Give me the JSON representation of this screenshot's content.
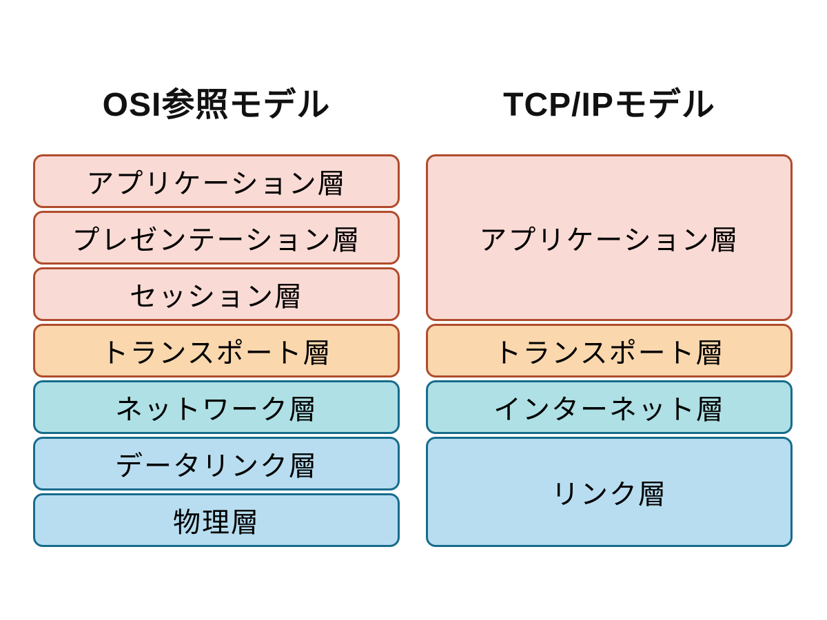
{
  "diagram": {
    "background": "#FFFFFF",
    "text_color": "#000000",
    "colors": {
      "application_fill": "#F9DAD4",
      "transport_fill": "#FAD7AD",
      "network_fill": "#AEE0E5",
      "link_fill": "#B8DDF0",
      "warm_border": "#B04B2C",
      "cool_border": "#176B8C"
    },
    "osi_model": {
      "title": "OSI参照モデル",
      "layers": [
        {
          "label": "アプリケーション層",
          "color_group": "pink"
        },
        {
          "label": "プレゼンテーション層",
          "color_group": "pink"
        },
        {
          "label": "セッション層",
          "color_group": "pink"
        },
        {
          "label": "トランスポート層",
          "color_group": "orange"
        },
        {
          "label": "ネットワーク層",
          "color_group": "teal"
        },
        {
          "label": "データリンク層",
          "color_group": "blue"
        },
        {
          "label": "物理層",
          "color_group": "blue"
        }
      ]
    },
    "tcpip_model": {
      "title": "TCP/IPモデル",
      "layers": [
        {
          "label": "アプリケーション層",
          "color_group": "pink",
          "spans_osi_rows": 3
        },
        {
          "label": "トランスポート層",
          "color_group": "orange",
          "spans_osi_rows": 1
        },
        {
          "label": "インターネット層",
          "color_group": "teal",
          "spans_osi_rows": 1
        },
        {
          "label": "リンク層",
          "color_group": "blue",
          "spans_osi_rows": 2
        }
      ]
    }
  }
}
